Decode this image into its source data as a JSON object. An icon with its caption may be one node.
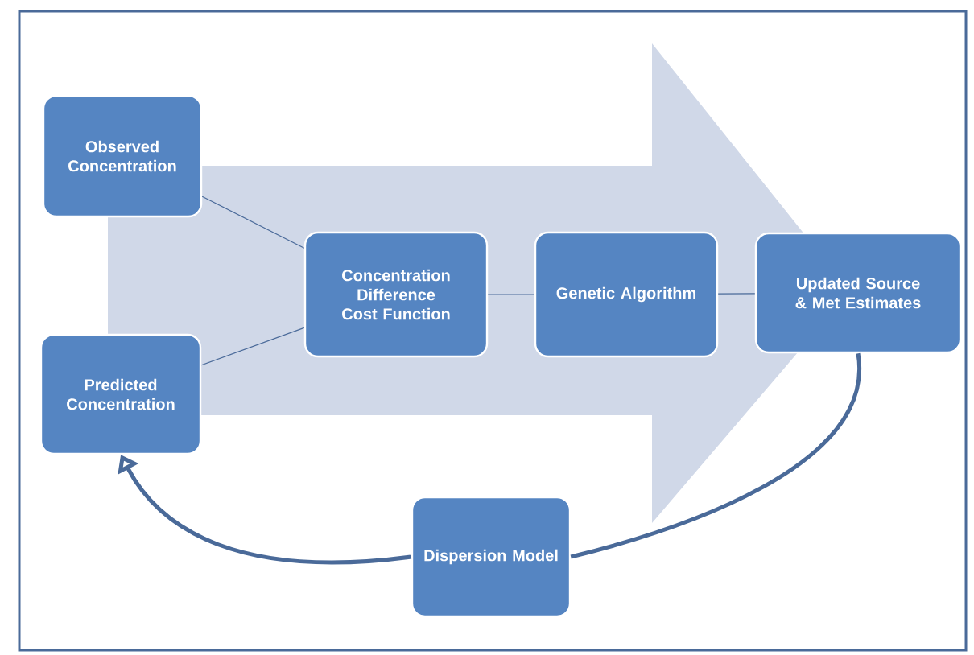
{
  "diagram": {
    "nodes": [
      {
        "text": [
          "Observed Concentration"
        ]
      },
      {
        "text": [
          "Predicted Concentration"
        ]
      },
      {
        "text": [
          "Concentration Difference Cost Function"
        ]
      },
      {
        "text": [
          "Genetic Algorithm"
        ]
      },
      {
        "text": [
          "Updated Source & Met Estimates"
        ]
      },
      {
        "text": [
          "Dispersion Model"
        ]
      }
    ],
    "edges": [
      {
        "from": 0,
        "to": 2,
        "arrow": "none"
      },
      {
        "from": 1,
        "to": 2,
        "arrow": "none"
      },
      {
        "from": 2,
        "to": 3,
        "arrow": "none"
      },
      {
        "from": 3,
        "to": 4,
        "arrow": "none"
      },
      {
        "from": 4,
        "to": 5,
        "arrow": "none",
        "style": "thick"
      },
      {
        "from": 5,
        "to": 1,
        "arrow": "to",
        "style": "thick"
      }
    ]
  }
}
